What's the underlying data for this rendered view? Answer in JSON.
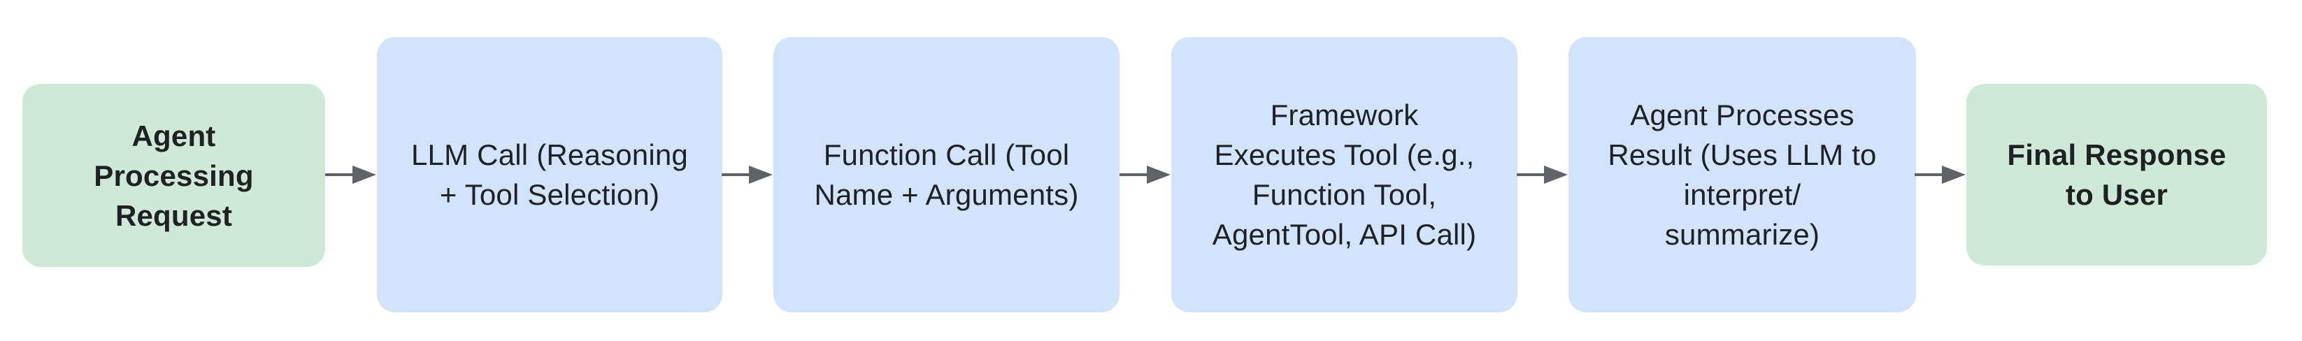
{
  "diagram": {
    "type": "flowchart",
    "direction": "left-to-right",
    "steps": [
      {
        "id": "agent-processing-request",
        "kind": "terminal",
        "label": "Agent\nProcessing\nRequest"
      },
      {
        "id": "llm-call",
        "kind": "process",
        "label": "LLM Call (Reasoning\n+ Tool Selection)"
      },
      {
        "id": "function-call",
        "kind": "process",
        "label": "Function Call (Tool\nName + Arguments)"
      },
      {
        "id": "framework-executes-tool",
        "kind": "process",
        "label": "Framework\nExecutes Tool (e.g.,\nFunction Tool,\nAgentTool, API Call)"
      },
      {
        "id": "agent-processes-result",
        "kind": "process",
        "label": "Agent Processes\nResult (Uses LLM to\ninterpret/\nsummarize)"
      },
      {
        "id": "final-response-to-user",
        "kind": "terminal",
        "label": "Final Response\nto User"
      }
    ],
    "connectors": [
      {
        "from": "agent-processing-request",
        "to": "llm-call"
      },
      {
        "from": "llm-call",
        "to": "function-call"
      },
      {
        "from": "function-call",
        "to": "framework-executes-tool"
      },
      {
        "from": "framework-executes-tool",
        "to": "agent-processes-result"
      },
      {
        "from": "agent-processes-result",
        "to": "final-response-to-user"
      }
    ],
    "colors": {
      "terminal_fill": "#CEEAD6",
      "process_fill": "#D2E3FC",
      "text_color": "#202124",
      "arrow_color": "#5F6368",
      "canvas_bg": "#FFFFFF"
    }
  }
}
